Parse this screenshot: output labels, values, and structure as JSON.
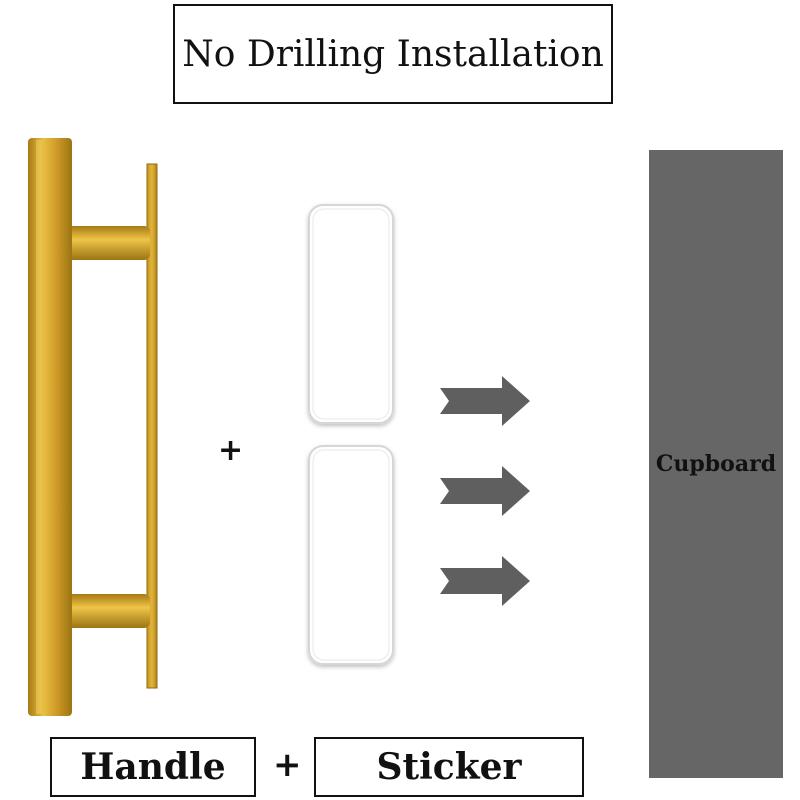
{
  "title": "No Drilling Installation",
  "labels": {
    "handle": "Handle",
    "plus": "+",
    "sticker": "Sticker",
    "cupboard": "Cupboard"
  },
  "colors": {
    "handle_gold": "#D4A02A",
    "handle_highlight": "#EEC447",
    "handle_shadow": "#9C7413",
    "sticker_fill": "#FFFFFF",
    "sticker_border": "#DADADA",
    "arrow": "#5F5F5F",
    "cupboard": "#666666"
  },
  "icons": {
    "handle": "gold-bar-handle-icon",
    "sticker": "adhesive-sticker-icon",
    "arrow": "right-arrow-icon"
  }
}
